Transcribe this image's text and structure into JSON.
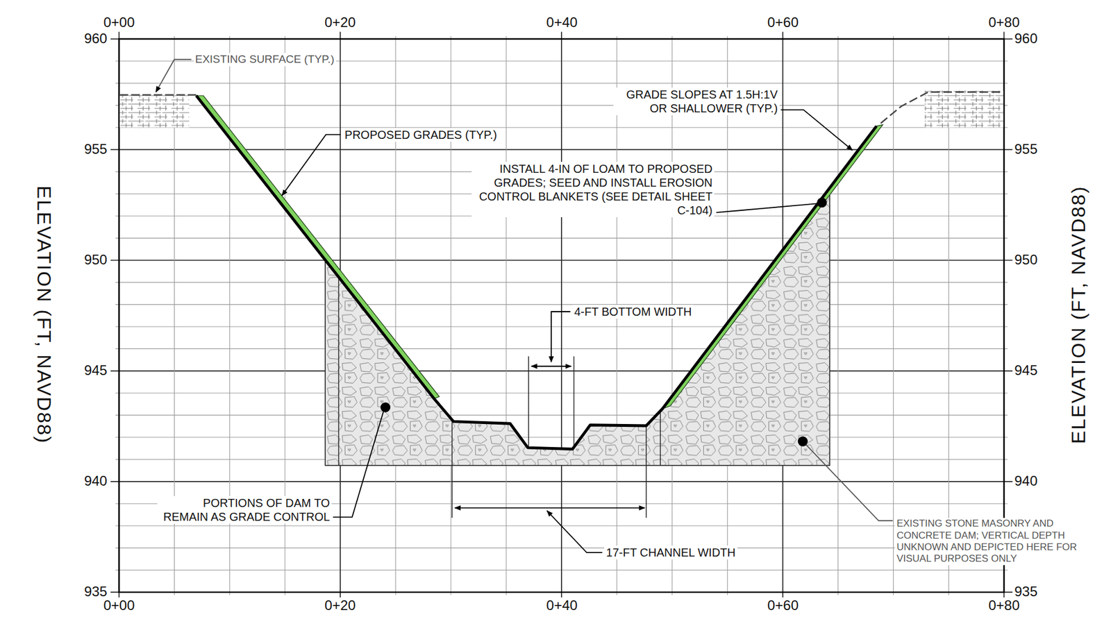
{
  "diagram": {
    "labels": [
      "0+00",
      "0+20",
      "0+40",
      "0+60",
      "0+80",
      "0+00",
      "0+20",
      "0+40",
      "0+60",
      "0+80",
      "960",
      "955",
      "950",
      "945",
      "940",
      "935",
      "960",
      "955",
      "950",
      "945",
      "940",
      "935",
      "ELEVATION (FT, NAVD88)",
      "ELEVATION (FT, NAVD88)",
      "EXISTING SURFACE (TYP.)",
      "PROPOSED GRADES (TYP.)",
      "GRADE SLOPES AT 1.5H:1V OR SHALLOWER (TYP.)",
      "INSTALL 4-IN OF LOAM TO PROPOSED GRADES; SEED AND INSTALL EROSION CONTROL BLANKETS (SEE DETAIL SHEET C-104)",
      "4-FT BOTTOM WIDTH",
      "PORTIONS OF DAM TO REMAIN AS GRADE CONTROL",
      "17-FT CHANNEL WIDTH",
      "EXISTING STONE MASONRY AND CONCRETE DAM; VERTICAL DEPTH UNKNOWN AND DEPICTED HERE FOR VISUAL PURPOSES ONLY"
    ]
  }
}
